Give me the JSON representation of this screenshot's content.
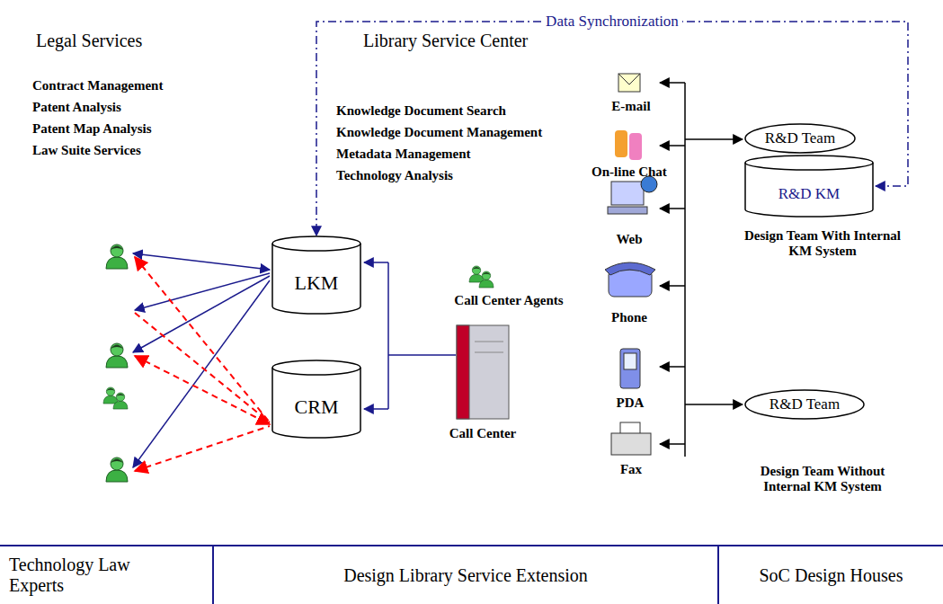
{
  "diagram": {
    "nodes": [
      {
        "text": [
          "LKM"
        ]
      },
      {
        "text": [
          "CRM"
        ]
      },
      {
        "text": [
          "R&D Team"
        ]
      },
      {
        "text": [
          "R&D KM"
        ]
      },
      {
        "text": [
          "R&D Team"
        ]
      },
      {
        "text": [
          "Technology Law Experts"
        ]
      },
      {
        "text": [
          "Design Library Service Extension"
        ]
      },
      {
        "text": [
          "SoC Design Houses"
        ]
      }
    ],
    "edges": [
      {
        "from": 3,
        "to": 0,
        "arrow": "both",
        "label": "Data Synchronization"
      }
    ],
    "labels": [
      "Legal Services",
      "Contract Management",
      "Patent Analysis",
      "Patent Map Analysis",
      "Law Suite Services",
      "Library Service Center",
      "Knowledge Document Search",
      "Knowledge Document Management",
      "Metadata Management",
      "Technology Analysis",
      "E-mail",
      "On-line Chat",
      "Web",
      "Phone",
      "PDA",
      "Fax",
      "Call Center Agents",
      "Call Center",
      "Design Team With Internal KM System",
      "Design Team Without Internal KM System"
    ]
  }
}
